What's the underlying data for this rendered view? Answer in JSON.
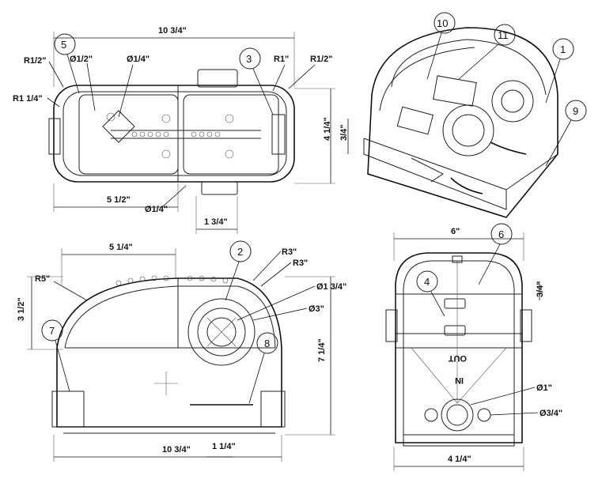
{
  "colors": {
    "line": "#222222",
    "background": "#ffffff"
  },
  "callouts": [
    "1",
    "2",
    "3",
    "4",
    "5",
    "6",
    "7",
    "8",
    "9",
    "10",
    "11"
  ],
  "top_view": {
    "overall_length": "10 3/4\"",
    "r_half": "R1/2\"",
    "dia_half": "Ø1/2\"",
    "dia_quarter": "Ø1/4\"",
    "r_1": "R1\"",
    "r_half_right": "R1/2\"",
    "r_1_quarter": "R1 1/4\"",
    "width_4_1_4": "4 1/4\"",
    "width_3_4": "3/4\"",
    "length_5_1_2": "5 1/2\"",
    "dia_quarter_bottom": "Ø1/4\"",
    "length_1_3_4": "1 3/4\""
  },
  "side_view": {
    "length_5_1_4": "5 1/4\"",
    "r_5": "R5\"",
    "r_3_a": "R3\"",
    "r_3_b": "R3\"",
    "dia_1_3_4": "Ø1 3/4\"",
    "dia_3": "Ø3\"",
    "height_3_1_2": "3 1/2\"",
    "height_7_1_4": "7 1/4\"",
    "length_10_3_4": "10 3/4\"",
    "length_1_1_4": "1 1/4\""
  },
  "front_view": {
    "width_6": "6\"",
    "height_3_4": "3/4\"",
    "dia_1": "Ø1\"",
    "dia_3_4": "Ø3/4\"",
    "width_4_1_4": "4 1/4\"",
    "label_out": "OUT",
    "label_in": "IN"
  }
}
